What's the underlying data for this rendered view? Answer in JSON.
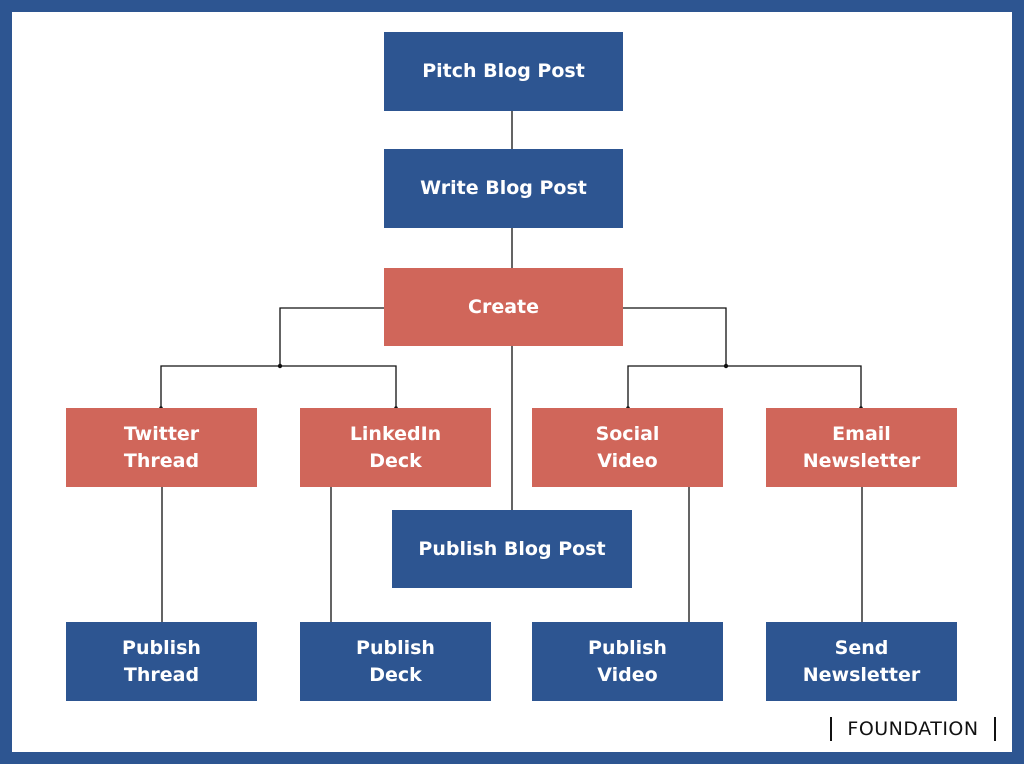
{
  "colors": {
    "frame": "#2d5591",
    "blue_node": "#2d5591",
    "coral_node": "#d0665a",
    "line": "#111111"
  },
  "nodes": {
    "pitch": "Pitch Blog Post",
    "write": "Write Blog Post",
    "create": "Create",
    "twitter": "Twitter\nThread",
    "linkedin": "LinkedIn\nDeck",
    "social": "Social\nVideo",
    "email": "Email\nNewsletter",
    "publish_blog": "Publish Blog Post",
    "publish_thread": "Publish\nThread",
    "publish_deck": "Publish\nDeck",
    "publish_video": "Publish\nVideo",
    "send_newsletter": "Send\nNewsletter"
  },
  "logo": "FOUNDATION"
}
